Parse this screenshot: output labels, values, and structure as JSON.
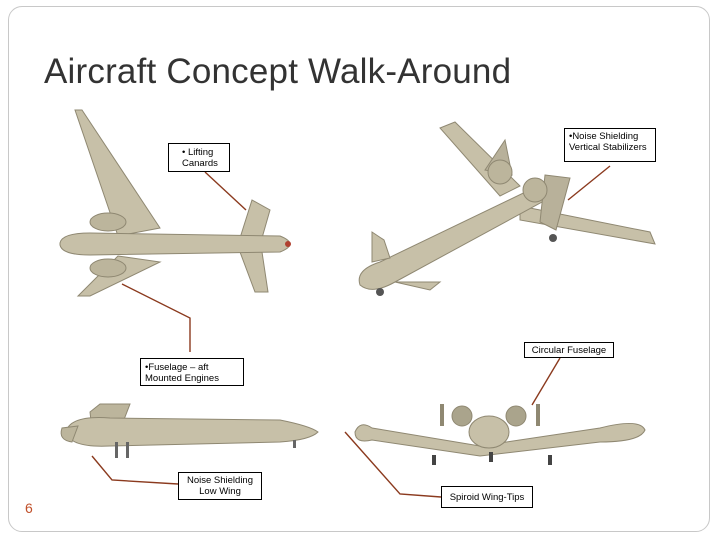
{
  "slide": {
    "title": "Aircraft Concept Walk-Around",
    "slide_number": "6"
  },
  "callouts": {
    "lifting_canards": "• Lifting Canards",
    "noise_shielding_vertical_stabilizers": "•Noise Shielding Vertical Stabilizers",
    "circular_fuselage": "Circular Fuselage",
    "fuselage_aft_engines": "•Fuselage – aft Mounted Engines",
    "noise_shielding_low_wing": "Noise Shielding Low Wing",
    "spiroid_wing_tips": "Spiroid Wing-Tips"
  },
  "colors": {
    "airframe": "#c7c0a8",
    "airframe_shadow": "#8f8872",
    "leader_line": "#8b3a1e",
    "slide_number": "#c0502a"
  }
}
